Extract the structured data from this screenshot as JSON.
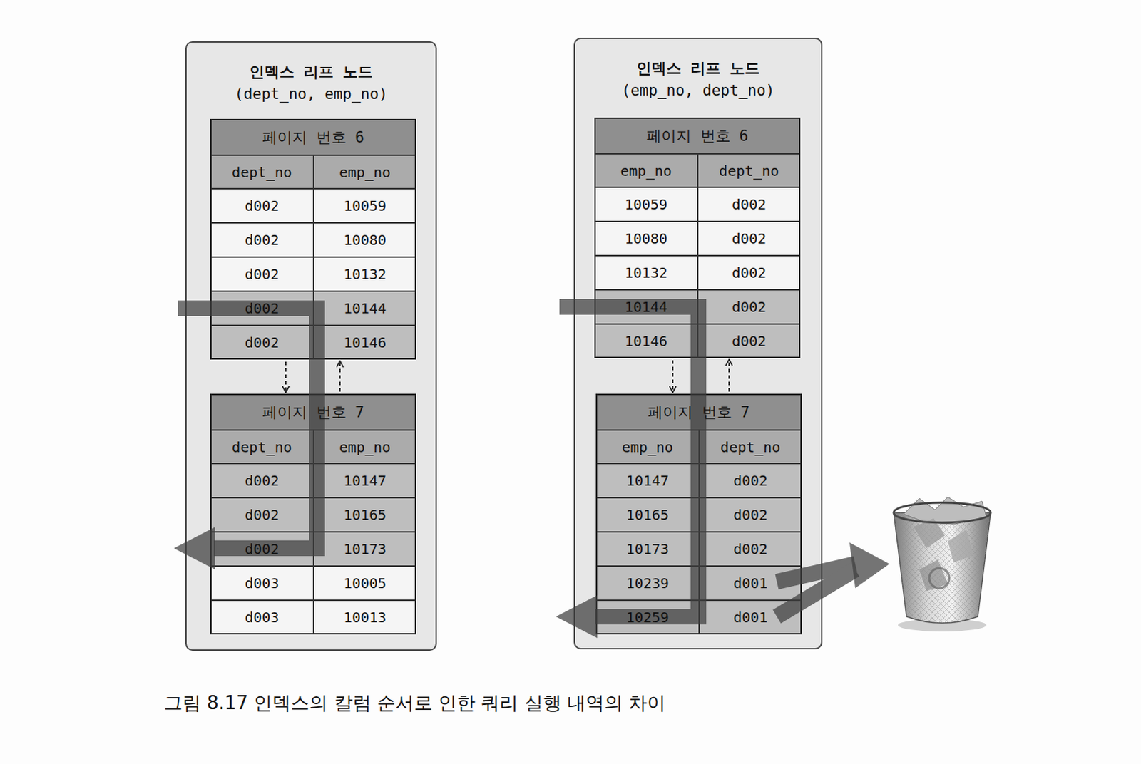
{
  "diagram": {
    "caption": "그림 8.17 인덱스의 칼럼 순서로 인한 쿼리 실행 내역의 차이",
    "nodes": [
      {
        "text": [
          "인덱스 리프 노드",
          "(dept_no, emp_no)"
        ]
      },
      {
        "text": [
          "페이지 번호 6",
          "dept_no",
          "emp_no",
          "d002",
          "10059",
          "d002",
          "10080",
          "d002",
          "10132",
          "d002",
          "10144",
          "d002",
          "10146"
        ],
        "in": 0
      },
      {
        "text": [
          "페이지 번호 7",
          "dept_no",
          "emp_no",
          "d002",
          "10147",
          "d002",
          "10165",
          "d002",
          "10173",
          "d003",
          "10005",
          "d003",
          "10013"
        ],
        "in": 0
      },
      {
        "text": [
          "인덱스 리프 노드",
          "(emp_no, dept_no)"
        ]
      },
      {
        "text": [
          "페이지 번호 6",
          "emp_no",
          "dept_no",
          "10059",
          "d002",
          "10080",
          "d002",
          "10132",
          "d002",
          "10144",
          "d002",
          "10146",
          "d002"
        ],
        "in": 3
      },
      {
        "text": [
          "페이지 번호 7",
          "emp_no",
          "dept_no",
          "10147",
          "d002",
          "10165",
          "d002",
          "10173",
          "d002",
          "10239",
          "d001",
          "10259",
          "d001"
        ],
        "in": 3
      }
    ],
    "edges": [
      {
        "from": 1,
        "to": 2,
        "arrow": "to"
      },
      {
        "from": 2,
        "to": 1,
        "arrow": "to"
      },
      {
        "from": 4,
        "to": 5,
        "arrow": "to"
      },
      {
        "from": 5,
        "to": 4,
        "arrow": "to"
      }
    ]
  }
}
